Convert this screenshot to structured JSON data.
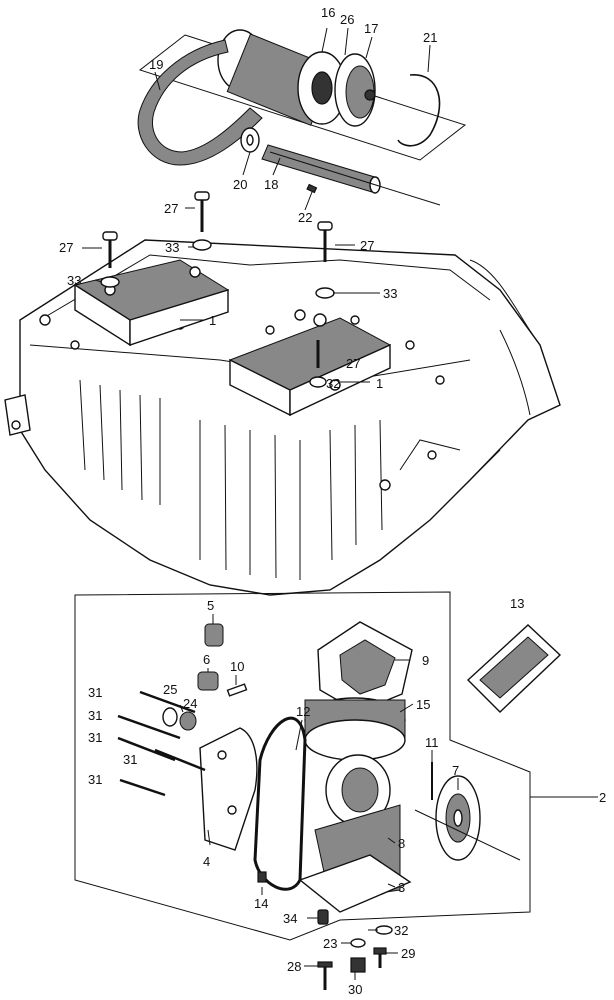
{
  "callouts": {
    "c16": "16",
    "c26": "26",
    "c17": "17",
    "c21": "21",
    "c19": "19",
    "c20": "20",
    "c18": "18",
    "c22": "22",
    "c27a": "27",
    "c27b": "27",
    "c27c": "27",
    "c27d": "27",
    "c33a": "33",
    "c33b": "33",
    "c33c": "33",
    "c1a": "1",
    "c1b": "1",
    "c32a": "32",
    "c13": "13",
    "c5": "5",
    "c9": "9",
    "c6": "6",
    "c10": "10",
    "c31a": "31",
    "c31b": "31",
    "c31c": "31",
    "c31d": "31",
    "c31e": "31",
    "c25": "25",
    "c24": "24",
    "c12": "12",
    "c15": "15",
    "c11": "11",
    "c7": "7",
    "c2": "2",
    "c8": "8",
    "c4": "4",
    "c3": "3",
    "c14": "14",
    "c34": "34",
    "c32b": "32",
    "c23": "23",
    "c29": "29",
    "c28": "28",
    "c30": "30"
  }
}
